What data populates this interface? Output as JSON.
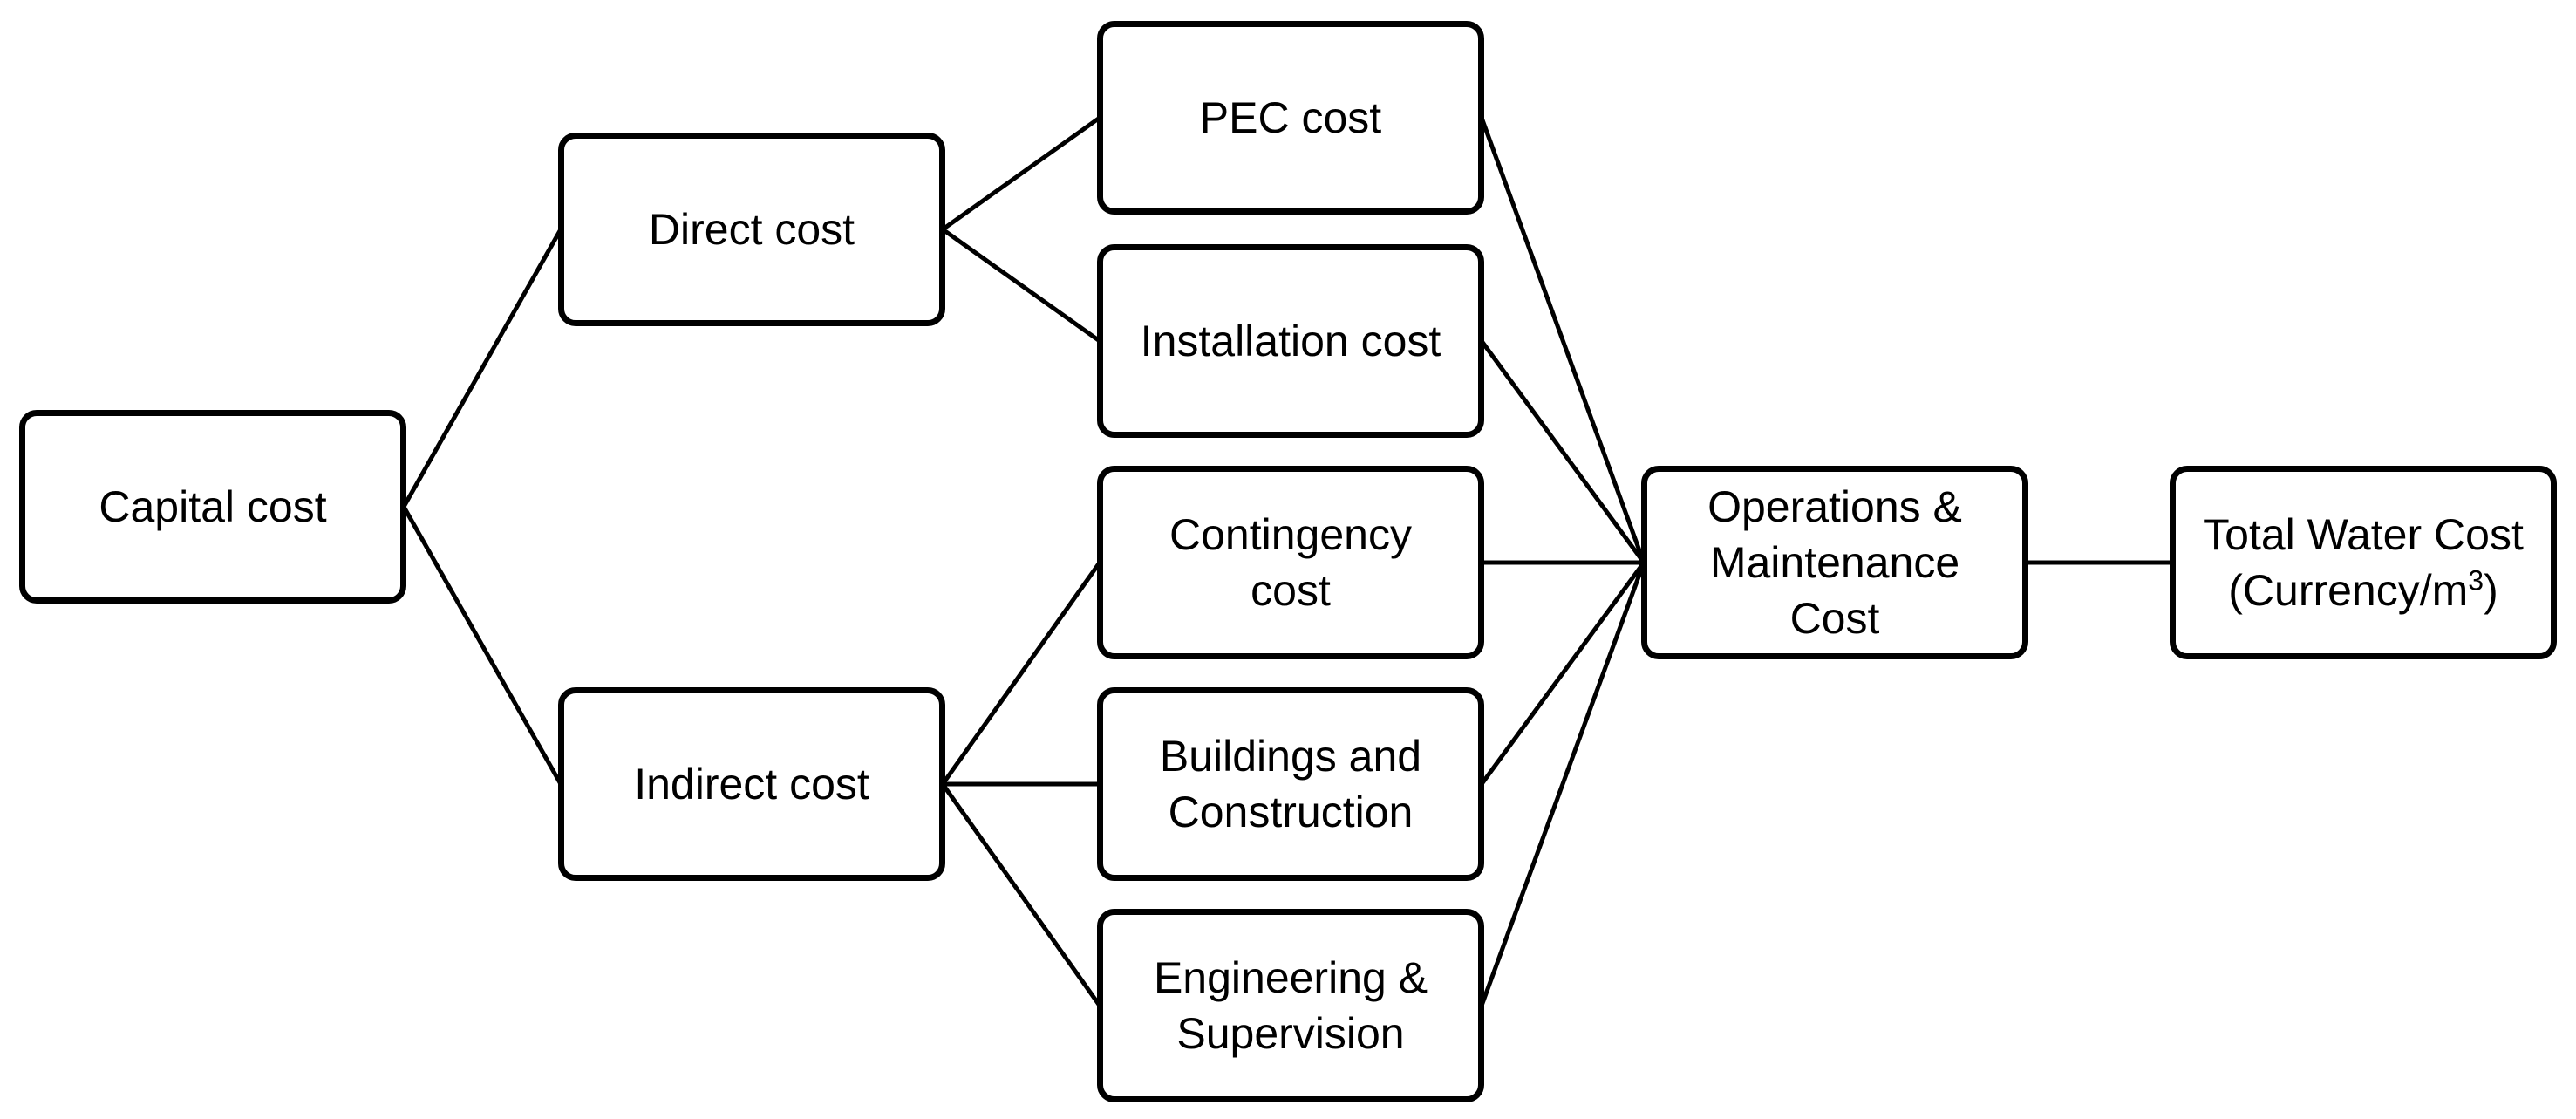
{
  "nodes": {
    "capital": {
      "lines": [
        "Capital cost"
      ]
    },
    "direct": {
      "lines": [
        "Direct cost"
      ]
    },
    "indirect": {
      "lines": [
        "Indirect cost"
      ]
    },
    "pec": {
      "lines": [
        "PEC cost"
      ]
    },
    "installation": {
      "lines": [
        "Installation cost"
      ]
    },
    "contingency": {
      "lines": [
        "Contingency",
        "cost"
      ]
    },
    "buildings": {
      "lines": [
        "Buildings and",
        "Construction"
      ]
    },
    "engineering": {
      "lines": [
        "Engineering &",
        "Supervision"
      ]
    },
    "om": {
      "lines": [
        "Operations &",
        "Maintenance",
        "Cost"
      ]
    },
    "total": {
      "line1": "Total Water Cost",
      "line2_prefix": "(Currency/m",
      "line2_sup": "3",
      "line2_suffix": ")"
    }
  },
  "edges": [
    [
      "capital",
      "direct"
    ],
    [
      "capital",
      "indirect"
    ],
    [
      "direct",
      "pec"
    ],
    [
      "direct",
      "installation"
    ],
    [
      "indirect",
      "contingency"
    ],
    [
      "indirect",
      "buildings"
    ],
    [
      "indirect",
      "engineering"
    ],
    [
      "pec",
      "om"
    ],
    [
      "installation",
      "om"
    ],
    [
      "contingency",
      "om"
    ],
    [
      "buildings",
      "om"
    ],
    [
      "engineering",
      "om"
    ],
    [
      "om",
      "total"
    ]
  ]
}
